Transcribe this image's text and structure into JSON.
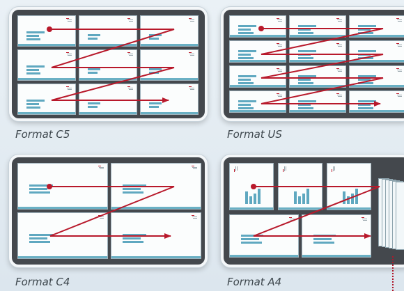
{
  "panels": [
    {
      "id": "c5",
      "caption": "Format C5"
    },
    {
      "id": "us",
      "caption": "Format US"
    },
    {
      "id": "c4",
      "caption": "Format C4"
    },
    {
      "id": "a4",
      "caption": "Format A4"
    }
  ],
  "colors": {
    "tray": "#44484d",
    "card": "#fbfdfd",
    "text_bars": "#5fa8c0",
    "arrow": "#b8192b",
    "logo": "#bf1e2e",
    "background": "#e4ecf2"
  }
}
